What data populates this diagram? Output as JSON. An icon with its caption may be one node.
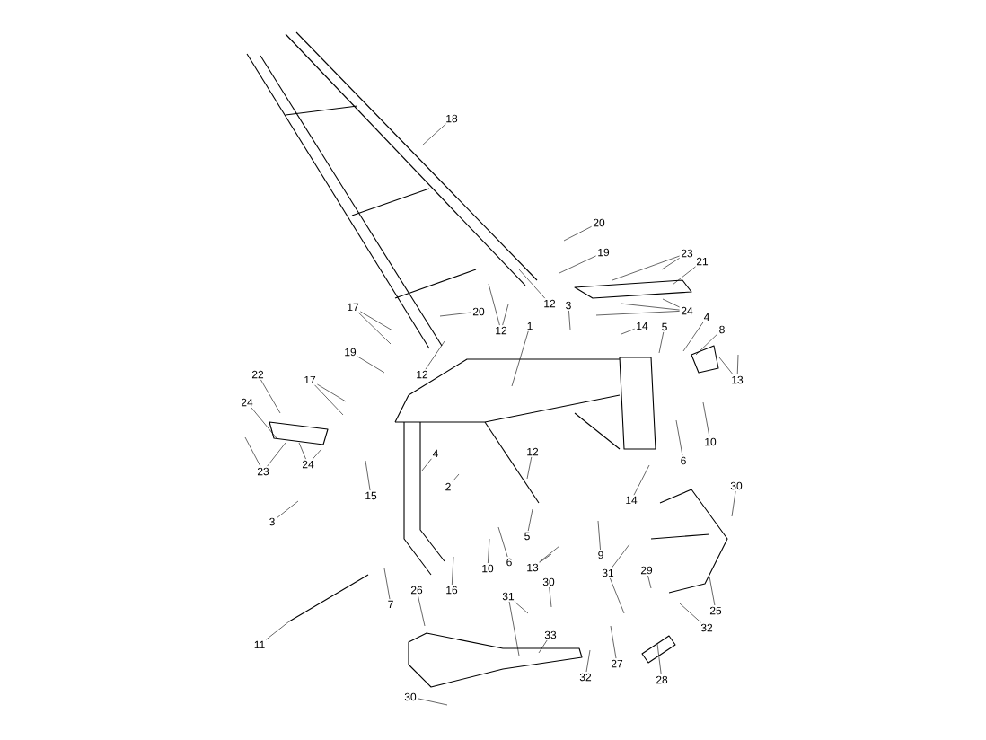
{
  "diagram": {
    "nodes": [
      {
        "text": [
          "18"
        ]
      },
      {
        "text": [
          "20"
        ]
      },
      {
        "text": [
          "19"
        ]
      },
      {
        "text": [
          "23"
        ]
      },
      {
        "text": [
          "21"
        ]
      },
      {
        "text": [
          "12"
        ]
      },
      {
        "text": [
          "3"
        ]
      },
      {
        "text": [
          "24"
        ]
      },
      {
        "text": [
          "20"
        ]
      },
      {
        "text": [
          "17"
        ]
      },
      {
        "text": [
          "4"
        ]
      },
      {
        "text": [
          "1"
        ]
      },
      {
        "text": [
          "14"
        ]
      },
      {
        "text": [
          "5"
        ]
      },
      {
        "text": [
          "8"
        ]
      },
      {
        "text": [
          "12"
        ]
      },
      {
        "text": [
          "19"
        ]
      },
      {
        "text": [
          "12"
        ]
      },
      {
        "text": [
          "22"
        ]
      },
      {
        "text": [
          "17"
        ]
      },
      {
        "text": [
          "13"
        ]
      },
      {
        "text": [
          "24"
        ]
      },
      {
        "text": [
          "10"
        ]
      },
      {
        "text": [
          "12"
        ]
      },
      {
        "text": [
          "4"
        ]
      },
      {
        "text": [
          "6"
        ]
      },
      {
        "text": [
          "24"
        ]
      },
      {
        "text": [
          "23"
        ]
      },
      {
        "text": [
          "30"
        ]
      },
      {
        "text": [
          "2"
        ]
      },
      {
        "text": [
          "15"
        ]
      },
      {
        "text": [
          "14"
        ]
      },
      {
        "text": [
          "3"
        ]
      },
      {
        "text": [
          "5"
        ]
      },
      {
        "text": [
          "9"
        ]
      },
      {
        "text": [
          "6"
        ]
      },
      {
        "text": [
          "13"
        ]
      },
      {
        "text": [
          "10"
        ]
      },
      {
        "text": [
          "31"
        ]
      },
      {
        "text": [
          "29"
        ]
      },
      {
        "text": [
          "30"
        ]
      },
      {
        "text": [
          "16"
        ]
      },
      {
        "text": [
          "26"
        ]
      },
      {
        "text": [
          "31"
        ]
      },
      {
        "text": [
          "7"
        ]
      },
      {
        "text": [
          "25"
        ]
      },
      {
        "text": [
          "32"
        ]
      },
      {
        "text": [
          "33"
        ]
      },
      {
        "text": [
          "11"
        ]
      },
      {
        "text": [
          "27"
        ]
      },
      {
        "text": [
          "32"
        ]
      },
      {
        "text": [
          "28"
        ]
      },
      {
        "text": [
          "30"
        ]
      }
    ],
    "edges": [
      {
        "from": 0,
        "to": null,
        "arrow": "none"
      },
      {
        "from": 1,
        "to": null,
        "arrow": "none"
      },
      {
        "from": 2,
        "to": null,
        "arrow": "none"
      },
      {
        "from": 3,
        "to": null,
        "arrow": "none"
      },
      {
        "from": 3,
        "to": null,
        "arrow": "none"
      },
      {
        "from": 4,
        "to": null,
        "arrow": "none"
      },
      {
        "from": 5,
        "to": null,
        "arrow": "none"
      },
      {
        "from": 6,
        "to": null,
        "arrow": "none"
      },
      {
        "from": 7,
        "to": null,
        "arrow": "none"
      },
      {
        "from": 7,
        "to": null,
        "arrow": "none"
      },
      {
        "from": 7,
        "to": null,
        "arrow": "none"
      },
      {
        "from": 8,
        "to": null,
        "arrow": "none"
      },
      {
        "from": 9,
        "to": null,
        "arrow": "none"
      },
      {
        "from": 9,
        "to": null,
        "arrow": "none"
      },
      {
        "from": 10,
        "to": null,
        "arrow": "none"
      },
      {
        "from": 11,
        "to": null,
        "arrow": "none"
      },
      {
        "from": 12,
        "to": null,
        "arrow": "none"
      },
      {
        "from": 13,
        "to": null,
        "arrow": "none"
      },
      {
        "from": 14,
        "to": null,
        "arrow": "none"
      },
      {
        "from": 15,
        "to": null,
        "arrow": "none"
      },
      {
        "from": 15,
        "to": null,
        "arrow": "none"
      },
      {
        "from": 16,
        "to": null,
        "arrow": "none"
      },
      {
        "from": 17,
        "to": null,
        "arrow": "none"
      },
      {
        "from": 18,
        "to": null,
        "arrow": "none"
      },
      {
        "from": 19,
        "to": null,
        "arrow": "none"
      },
      {
        "from": 19,
        "to": null,
        "arrow": "none"
      },
      {
        "from": 20,
        "to": null,
        "arrow": "none"
      },
      {
        "from": 20,
        "to": null,
        "arrow": "none"
      },
      {
        "from": 21,
        "to": null,
        "arrow": "none"
      },
      {
        "from": 22,
        "to": null,
        "arrow": "none"
      },
      {
        "from": 23,
        "to": null,
        "arrow": "none"
      },
      {
        "from": 24,
        "to": null,
        "arrow": "none"
      },
      {
        "from": 25,
        "to": null,
        "arrow": "none"
      },
      {
        "from": 26,
        "to": null,
        "arrow": "none"
      },
      {
        "from": 26,
        "to": null,
        "arrow": "none"
      },
      {
        "from": 27,
        "to": null,
        "arrow": "none"
      },
      {
        "from": 27,
        "to": null,
        "arrow": "none"
      },
      {
        "from": 28,
        "to": null,
        "arrow": "none"
      },
      {
        "from": 29,
        "to": null,
        "arrow": "none"
      },
      {
        "from": 30,
        "to": null,
        "arrow": "none"
      },
      {
        "from": 31,
        "to": null,
        "arrow": "none"
      },
      {
        "from": 32,
        "to": null,
        "arrow": "none"
      },
      {
        "from": 33,
        "to": null,
        "arrow": "none"
      },
      {
        "from": 34,
        "to": null,
        "arrow": "none"
      },
      {
        "from": 35,
        "to": null,
        "arrow": "none"
      },
      {
        "from": 36,
        "to": null,
        "arrow": "none"
      },
      {
        "from": 36,
        "to": null,
        "arrow": "none"
      },
      {
        "from": 37,
        "to": null,
        "arrow": "none"
      },
      {
        "from": 38,
        "to": null,
        "arrow": "none"
      },
      {
        "from": 38,
        "to": null,
        "arrow": "none"
      },
      {
        "from": 39,
        "to": null,
        "arrow": "none"
      },
      {
        "from": 40,
        "to": null,
        "arrow": "none"
      },
      {
        "from": 41,
        "to": null,
        "arrow": "none"
      },
      {
        "from": 42,
        "to": null,
        "arrow": "none"
      },
      {
        "from": 43,
        "to": null,
        "arrow": "none"
      },
      {
        "from": 43,
        "to": null,
        "arrow": "none"
      },
      {
        "from": 44,
        "to": null,
        "arrow": "none"
      },
      {
        "from": 45,
        "to": null,
        "arrow": "none"
      },
      {
        "from": 46,
        "to": null,
        "arrow": "none"
      },
      {
        "from": 47,
        "to": null,
        "arrow": "none"
      },
      {
        "from": 48,
        "to": null,
        "arrow": "none"
      },
      {
        "from": 49,
        "to": null,
        "arrow": "none"
      },
      {
        "from": 50,
        "to": null,
        "arrow": "none"
      },
      {
        "from": 51,
        "to": null,
        "arrow": "none"
      },
      {
        "from": 52,
        "to": null,
        "arrow": "none"
      }
    ]
  }
}
